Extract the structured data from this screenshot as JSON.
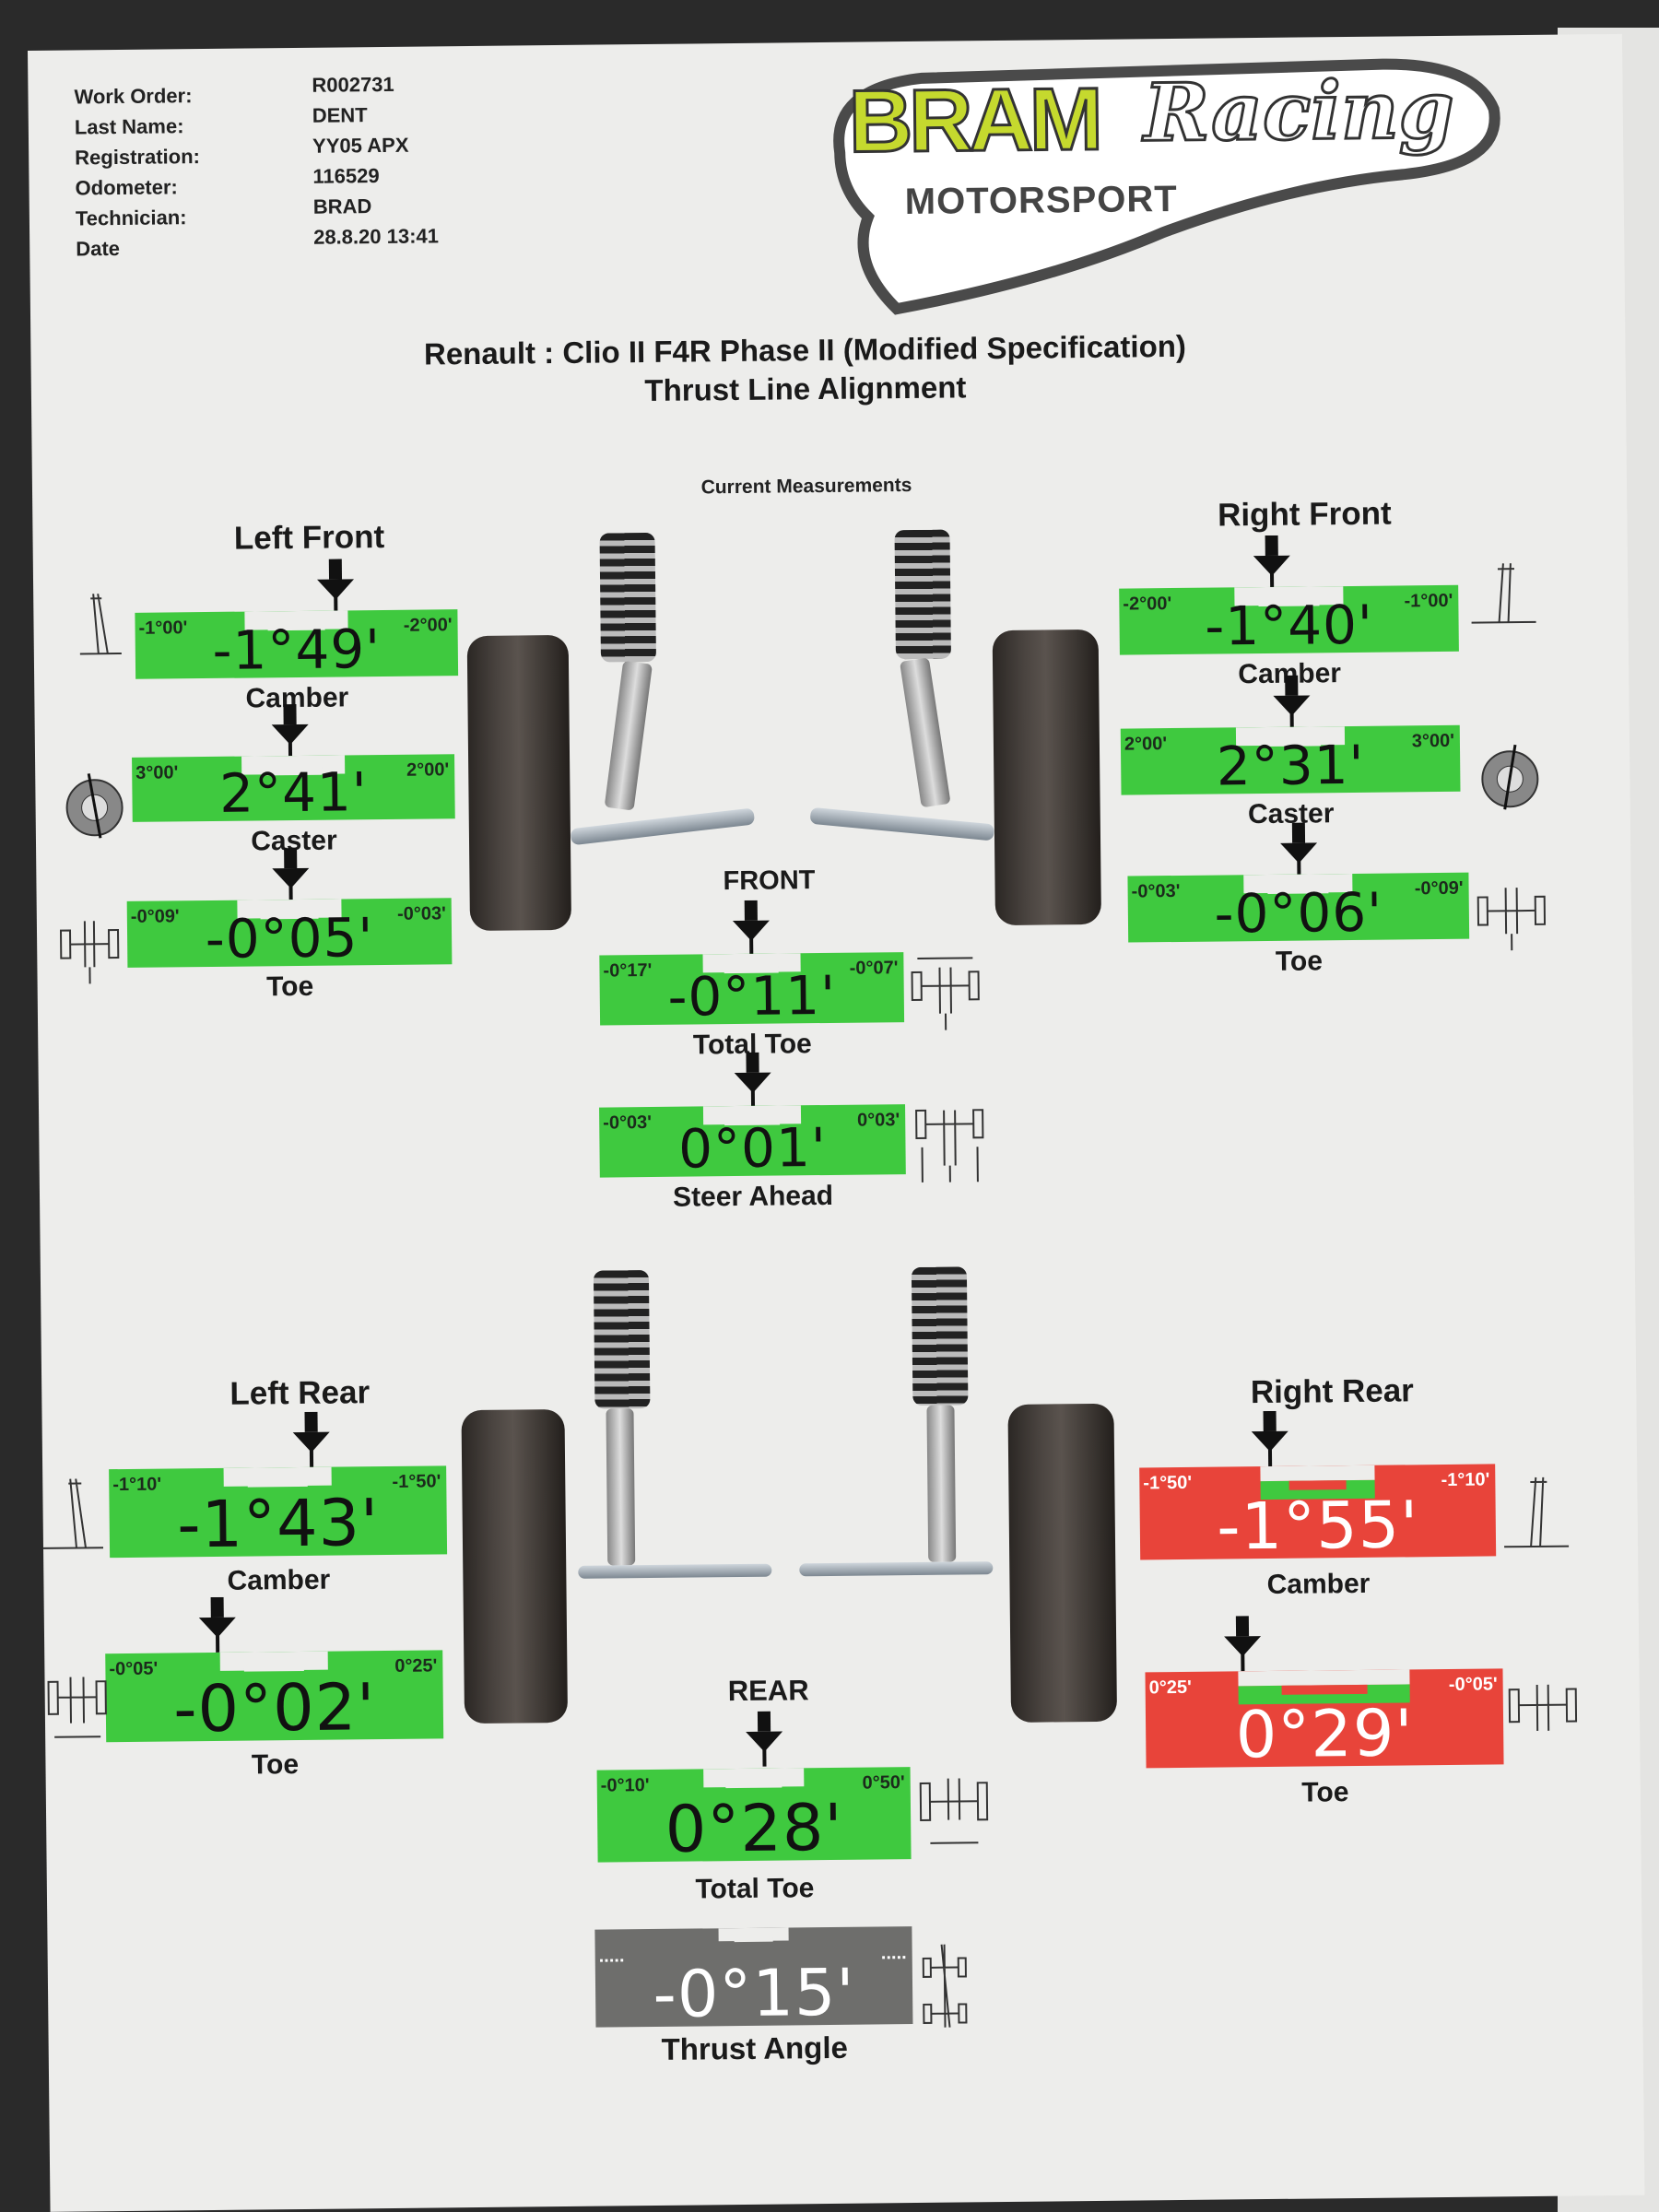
{
  "header": {
    "fields": [
      {
        "label": "Work Order:",
        "value": "R002731"
      },
      {
        "label": "Last Name:",
        "value": "DENT"
      },
      {
        "label": "Registration:",
        "value": "YY05 APX"
      },
      {
        "label": "Odometer:",
        "value": "116529"
      },
      {
        "label": "Technician:",
        "value": "BRAD"
      },
      {
        "label": "Date",
        "value": "28.8.20 13:41"
      }
    ]
  },
  "logo": {
    "brand_main": "BRAM",
    "brand_script": "Racing",
    "subtitle": "MOTORSPORT"
  },
  "title": {
    "line1": "Renault : Clio II F4R Phase II (Modified Specification)",
    "line2": "Thrust Line Alignment"
  },
  "current_measurements": "Current Measurements",
  "left_front": {
    "title": "Left Front",
    "camber": {
      "label": "Camber",
      "min": "-1°00'",
      "max": "-2°00'",
      "value": "-1°49'",
      "status": "ok"
    },
    "caster": {
      "label": "Caster",
      "min": "3°00'",
      "max": "2°00'",
      "value": "2°41'",
      "status": "ok"
    },
    "toe": {
      "label": "Toe",
      "min": "-0°09'",
      "max": "-0°03'",
      "value": "-0°05'",
      "status": "ok"
    }
  },
  "right_front": {
    "title": "Right Front",
    "camber": {
      "label": "Camber",
      "min": "-2°00'",
      "max": "-1°00'",
      "value": "-1°40'",
      "status": "ok"
    },
    "caster": {
      "label": "Caster",
      "min": "2°00'",
      "max": "3°00'",
      "value": "2°31'",
      "status": "ok"
    },
    "toe": {
      "label": "Toe",
      "min": "-0°03'",
      "max": "-0°09'",
      "value": "-0°06'",
      "status": "ok"
    }
  },
  "front": {
    "title": "FRONT",
    "total_toe": {
      "label": "Total Toe",
      "min": "-0°17'",
      "max": "-0°07'",
      "value": "-0°11'",
      "status": "ok"
    },
    "steer_ahead": {
      "label": "Steer Ahead",
      "min": "-0°03'",
      "max": "0°03'",
      "value": "0°01'",
      "status": "ok"
    }
  },
  "left_rear": {
    "title": "Left Rear",
    "camber": {
      "label": "Camber",
      "min": "-1°10'",
      "max": "-1°50'",
      "value": "-1°43'",
      "status": "ok"
    },
    "toe": {
      "label": "Toe",
      "min": "-0°05'",
      "max": "0°25'",
      "value": "-0°02'",
      "status": "ok"
    }
  },
  "right_rear": {
    "title": "Right Rear",
    "camber": {
      "label": "Camber",
      "min": "-1°50'",
      "max": "-1°10'",
      "value": "-1°55'",
      "status": "out_of_spec"
    },
    "toe": {
      "label": "Toe",
      "min": "0°25'",
      "max": "-0°05'",
      "value": "0°29'",
      "status": "out_of_spec"
    }
  },
  "rear": {
    "title": "REAR",
    "total_toe": {
      "label": "Total Toe",
      "min": "-0°10'",
      "max": "0°50'",
      "value": "0°28'",
      "status": "ok"
    }
  },
  "thrust_angle": {
    "label": "Thrust Angle",
    "min": ".....",
    "max": ".....",
    "value": "-0°15'",
    "status": "no_spec"
  },
  "colors": {
    "ok": "#3fc93f",
    "out_of_spec": "#e8443a",
    "no_spec": "#6e6e6c",
    "logo_green": "#c5d92e"
  }
}
